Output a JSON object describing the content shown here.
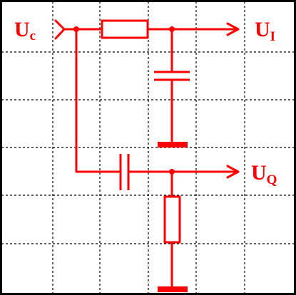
{
  "labels": {
    "input": {
      "main": "U",
      "sub": "c"
    },
    "output_i": {
      "main": "U",
      "sub": "I"
    },
    "output_q": {
      "main": "U",
      "sub": "Q"
    }
  },
  "colors": {
    "circuit": "#ff0000",
    "grid": "#000000",
    "background": "#ffffff"
  }
}
